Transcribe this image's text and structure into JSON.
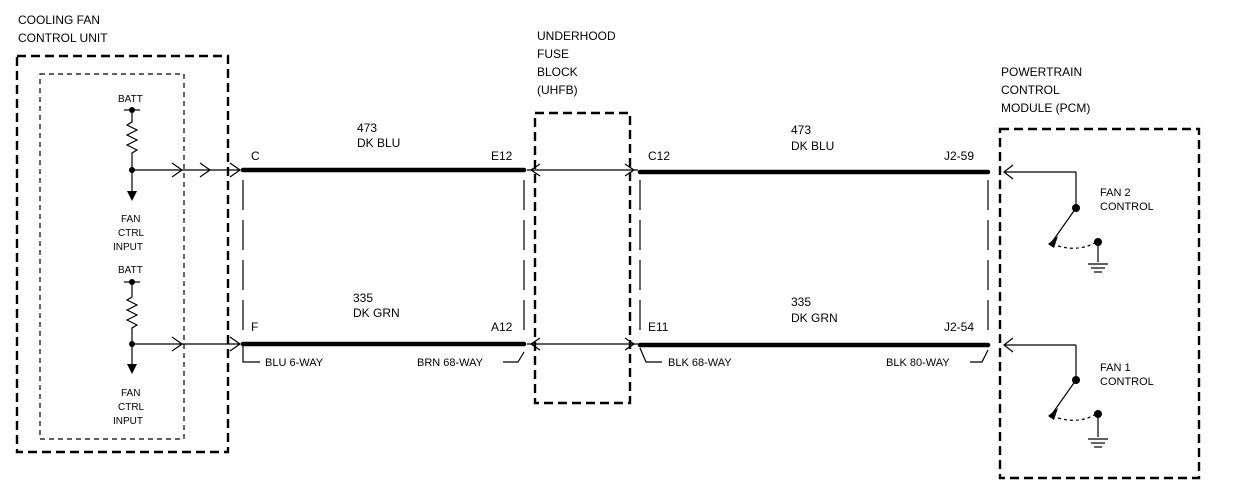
{
  "modules": {
    "cfcu": {
      "title_line1": "COOLING FAN",
      "title_line2": "CONTROL UNIT"
    },
    "uhfb": {
      "title_line1": "UNDERHOOD",
      "title_line2": "FUSE",
      "title_line3": "BLOCK",
      "title_line4": "(UHFB)"
    },
    "pcm": {
      "title_line1": "POWERTRAIN",
      "title_line2": "CONTROL",
      "title_line3": "MODULE (PCM)"
    }
  },
  "circuits": {
    "fan_ctrl_top": {
      "batt": "BATT",
      "input_line1": "FAN",
      "input_line2": "CTRL",
      "input_line3": "INPUT"
    },
    "fan_ctrl_bottom": {
      "batt": "BATT",
      "input_line1": "FAN",
      "input_line2": "CTRL",
      "input_line3": "INPUT"
    }
  },
  "wires": {
    "w473_left": {
      "circuit": "473",
      "color": "DK BLU",
      "pin_left": "C",
      "pin_right": "E12"
    },
    "w335_left": {
      "circuit": "335",
      "color": "DK GRN",
      "pin_left": "F",
      "pin_right": "A12"
    },
    "w473_right": {
      "circuit": "473",
      "color": "DK BLU",
      "pin_left": "C12",
      "pin_right": "J2-59"
    },
    "w335_right": {
      "circuit": "335",
      "color": "DK GRN",
      "pin_left": "E11",
      "pin_right": "J2-54"
    }
  },
  "connectors": {
    "blu_6way": "BLU 6-WAY",
    "brn_68way": "BRN 68-WAY",
    "blk_68way": "BLK 68-WAY",
    "blk_80way": "BLK 80-WAY"
  },
  "pcm_controls": {
    "fan2_line1": "FAN 2",
    "fan2_line2": "CONTROL",
    "fan1_line1": "FAN 1",
    "fan1_line2": "CONTROL"
  }
}
